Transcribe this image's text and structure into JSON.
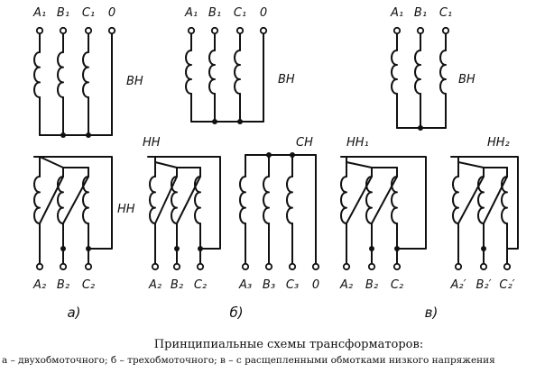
{
  "diagram": {
    "a": {
      "hv_top": [
        "A₁",
        "B₁",
        "C₁",
        "0"
      ],
      "hv_label": "ВН",
      "lv_label": "НН",
      "lv_bottom": [
        "A₂",
        "B₂",
        "C₂"
      ],
      "letter": "а)"
    },
    "b": {
      "hv_top": [
        "A₁",
        "B₁",
        "C₁",
        "0"
      ],
      "hv_label": "ВН",
      "lv_label": "НН",
      "lv_bottom": [
        "A₂",
        "B₂",
        "C₂"
      ],
      "mv_label": "СН",
      "mv_bottom": [
        "A₃",
        "B₃",
        "C₃",
        "0"
      ],
      "letter": "б)"
    },
    "c": {
      "hv_top": [
        "A₁",
        "B₁",
        "C₁"
      ],
      "hv_label": "ВН",
      "lv1_label": "НН₁",
      "lv1_bottom": [
        "A₂",
        "B₂",
        "C₂"
      ],
      "lv2_label": "НН₂",
      "lv2_bottom": [
        "A₂′",
        "B₂′",
        "C₂′"
      ],
      "letter": "в)"
    }
  },
  "caption": {
    "title": "Принципиальные схемы трансформаторов:",
    "legend": "а – двухобмоточного;  б – трехобмоточного;  в – с  расщепленными  обмотками  низкого напряжения"
  }
}
